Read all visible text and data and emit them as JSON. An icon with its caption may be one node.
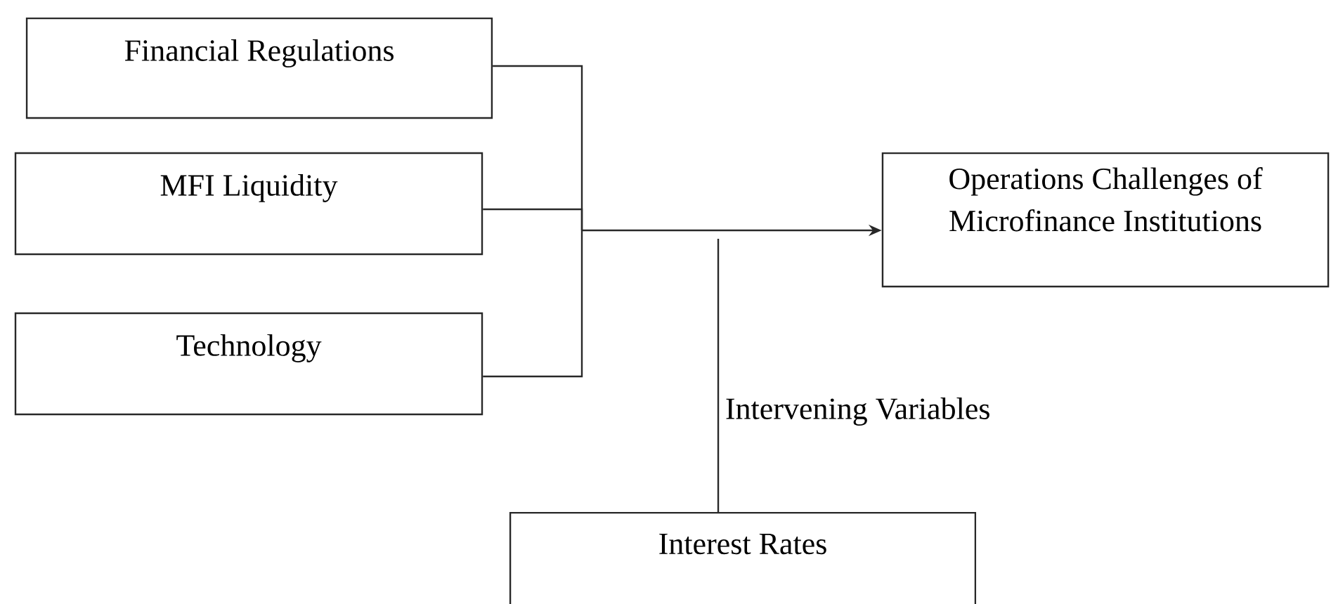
{
  "diagram": {
    "nodes": [
      {
        "text": [
          "Financial Regulations"
        ]
      },
      {
        "text": [
          "MFI Liquidity"
        ]
      },
      {
        "text": [
          "Technology"
        ]
      },
      {
        "text": [
          "Operations Challenges of Microfinance Institutions"
        ]
      },
      {
        "text": [
          "Interest Rates"
        ]
      }
    ],
    "edges": [
      {
        "from": 0,
        "to": 3,
        "arrow": "to"
      },
      {
        "from": 1,
        "to": 3,
        "arrow": "to"
      },
      {
        "from": 2,
        "to": 3,
        "arrow": "to"
      },
      {
        "from": 4,
        "to": null,
        "arrow": "none",
        "label": "Intervening Variables"
      }
    ]
  }
}
